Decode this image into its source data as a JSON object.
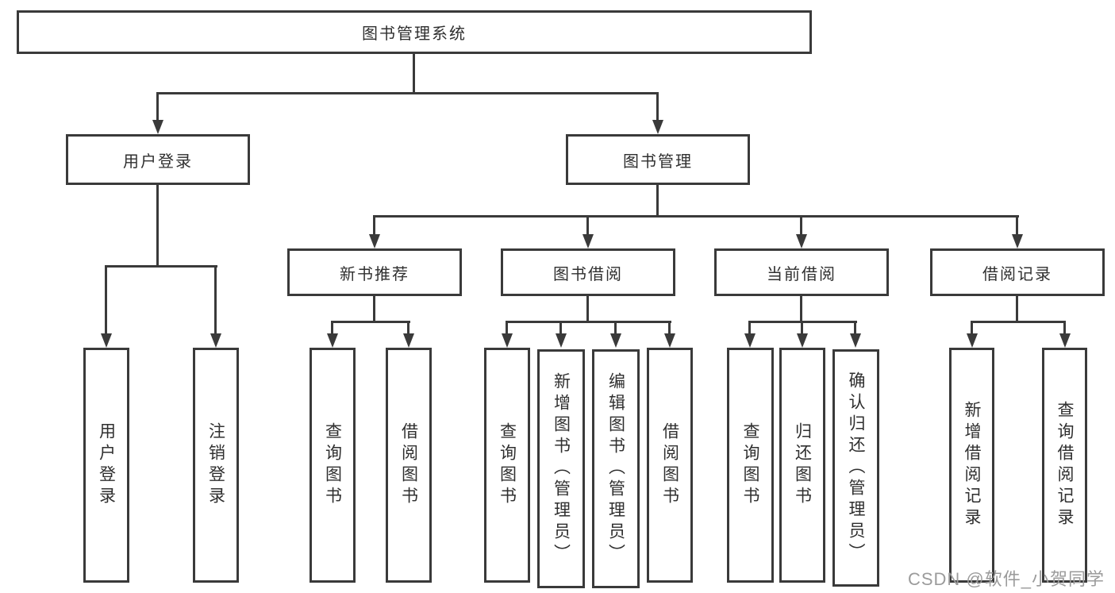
{
  "diagram": {
    "root": {
      "label": "图书管理系统"
    },
    "level2": [
      {
        "label": "用户登录"
      },
      {
        "label": "图书管理"
      }
    ],
    "level3": [
      {
        "label": "新书推荐"
      },
      {
        "label": "图书借阅"
      },
      {
        "label": "当前借阅"
      },
      {
        "label": "借阅记录"
      }
    ],
    "leaves": {
      "user_login": [
        {
          "label": "用户登录"
        },
        {
          "label": "注销登录"
        }
      ],
      "new_book": [
        {
          "label": "查询图书"
        },
        {
          "label": "借阅图书"
        }
      ],
      "book_borrow": [
        {
          "label": "查询图书"
        },
        {
          "label": "新增图书（管理员）"
        },
        {
          "label": "编辑图书（管理员）"
        },
        {
          "label": "借阅图书"
        }
      ],
      "current_borrow": [
        {
          "label": "查询图书"
        },
        {
          "label": "归还图书"
        },
        {
          "label": "确认归还（管理员）"
        }
      ],
      "borrow_record": [
        {
          "label": "新增借阅记录"
        },
        {
          "label": "查询借阅记录"
        }
      ]
    }
  },
  "watermark": {
    "text": "CSDN @软件_小贺同学",
    "color": "#9b9b9b"
  },
  "colors": {
    "line": "#3a3a3a",
    "box_border": "#3a3a3a",
    "text": "#2f2f2f",
    "background": "#ffffff"
  }
}
